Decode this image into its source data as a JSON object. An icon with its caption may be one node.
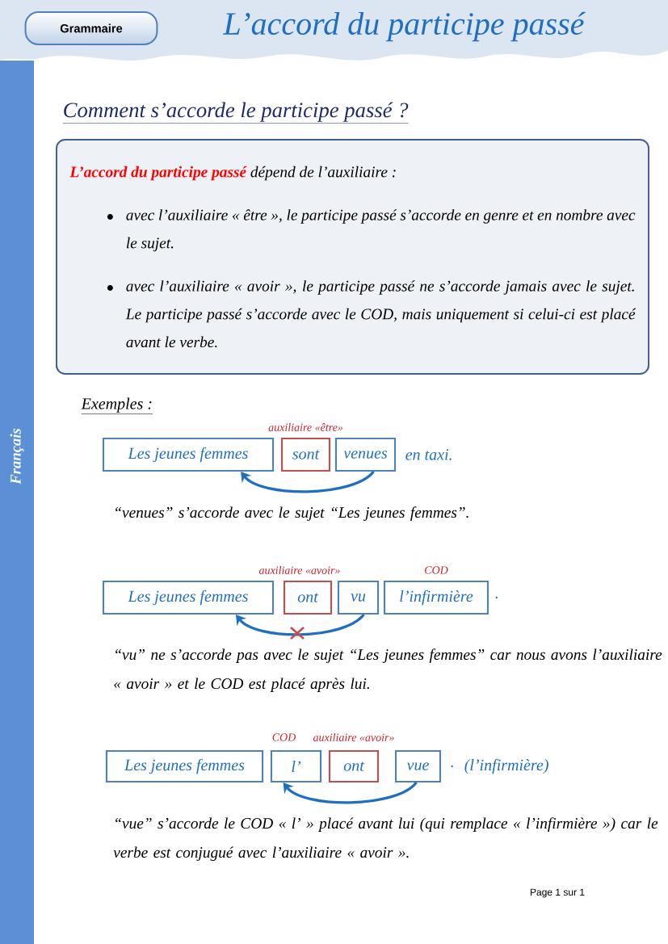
{
  "diagram": {
    "title": "L’accord du participe passé",
    "nodes": [
      {
        "text": [
          "Grammaire"
        ]
      },
      {
        "text": [
          "L’accord du participe passé",
          "dépend de l’auxiliaire :",
          "avec l’auxiliaire « être », le participe passé s’accorde en genre et en nombre avec le sujet.",
          "avec l’auxiliaire « avoir », le participe passé ne s’accorde jamais avec le sujet.  Le participe passé s’accorde avec le COD, mais uniquement si celui-ci est placé avant le verbe."
        ]
      },
      {
        "text": [
          "Les jeunes femmes"
        ]
      },
      {
        "text": [
          "sont"
        ],
        "beside": [
          "auxiliaire  «être»"
        ]
      },
      {
        "text": [
          "venues"
        ]
      },
      {
        "text": [
          "Les jeunes femmes"
        ]
      },
      {
        "text": [
          "ont"
        ],
        "beside": [
          "auxiliaire  «avoir»"
        ]
      },
      {
        "text": [
          "vu"
        ]
      },
      {
        "text": [
          "l’infirmière"
        ],
        "beside": [
          "COD"
        ]
      },
      {
        "text": [
          "Les jeunes femmes"
        ]
      },
      {
        "text": [
          "l’"
        ],
        "beside": [
          "COD"
        ]
      },
      {
        "text": [
          "ont"
        ],
        "beside": [
          "auxiliaire «avoir»"
        ]
      },
      {
        "text": [
          "vue"
        ]
      }
    ],
    "edges": [
      {
        "from": 4,
        "to": 2,
        "arrow": "to"
      },
      {
        "from": 7,
        "to": 5,
        "arrow": "to"
      },
      {
        "from": 12,
        "to": 10,
        "arrow": "to"
      }
    ],
    "labels": [
      "Français",
      "Comment s’accorde le participe passé ?",
      "Exemples :",
      "en taxi.",
      "“venues” s’accorde avec le sujet “Les jeunes femmes”.",
      ".",
      "“vu” ne s’accorde pas avec le sujet “Les jeunes femmes” car nous avons l’auxiliaire « avoir » et le COD est placé après lui.",
      ".",
      "(l’infirmière)",
      "“vue” s’accorde le COD « l’ » placé avant lui (qui remplace « l’infirmière ») car le verbe est conjugué avec l’auxiliaire « avoir ».",
      "Page 1 sur 1"
    ]
  }
}
